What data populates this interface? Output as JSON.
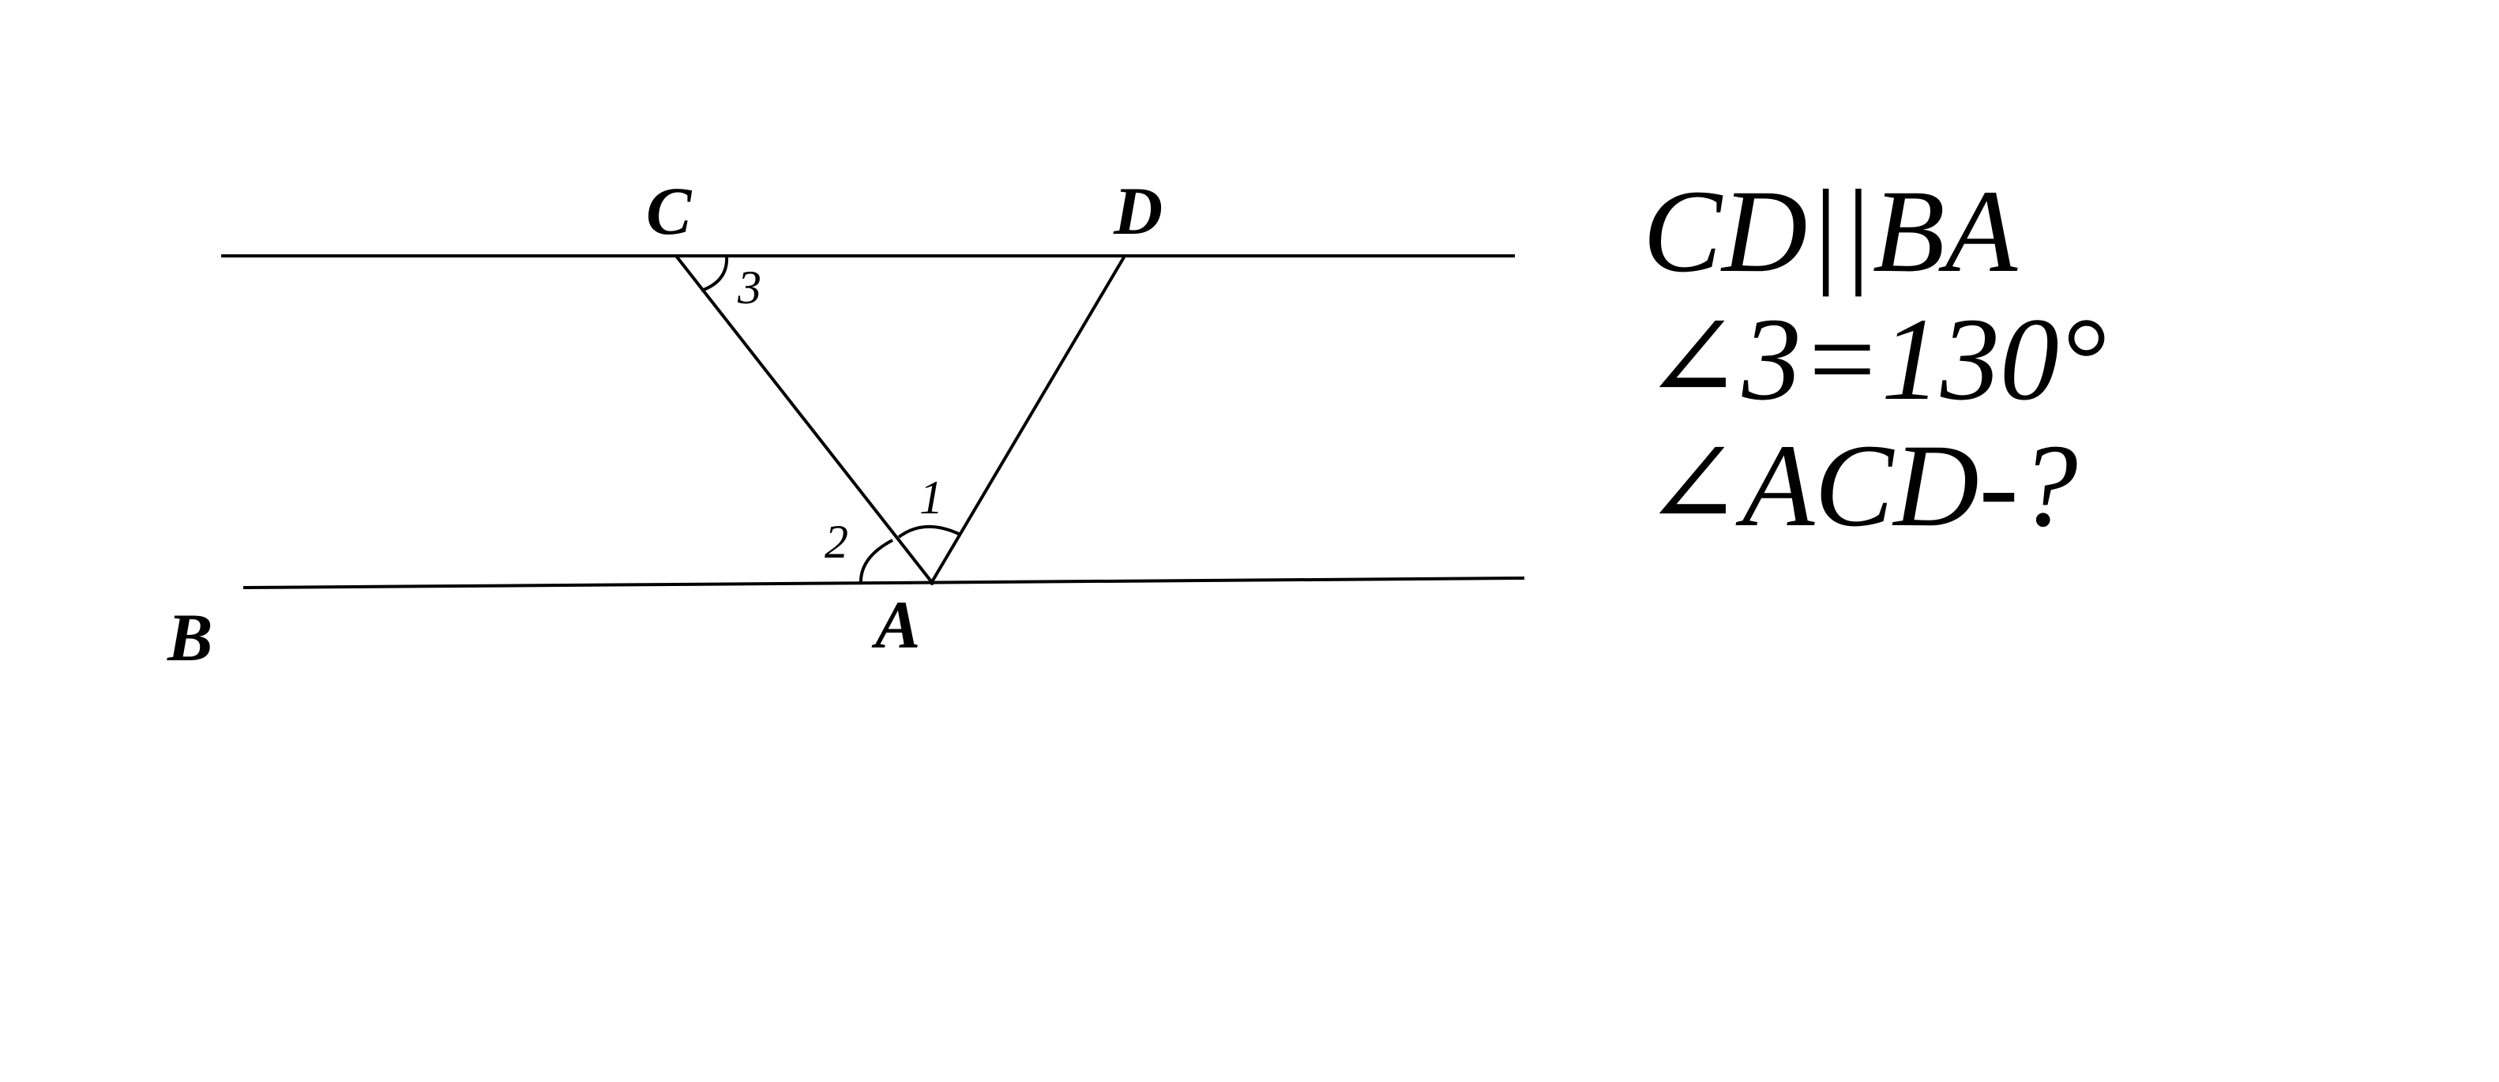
{
  "points": {
    "C": "C",
    "D": "D",
    "B": "B",
    "A": "A"
  },
  "angles": {
    "one": "1",
    "two": "2",
    "three": "3"
  },
  "given": {
    "parallel": "CD||BA",
    "angle3": "∠3=130°",
    "question": "∠ACD-?"
  },
  "colors": {
    "ink": "#000000",
    "background": "#ffffff"
  }
}
